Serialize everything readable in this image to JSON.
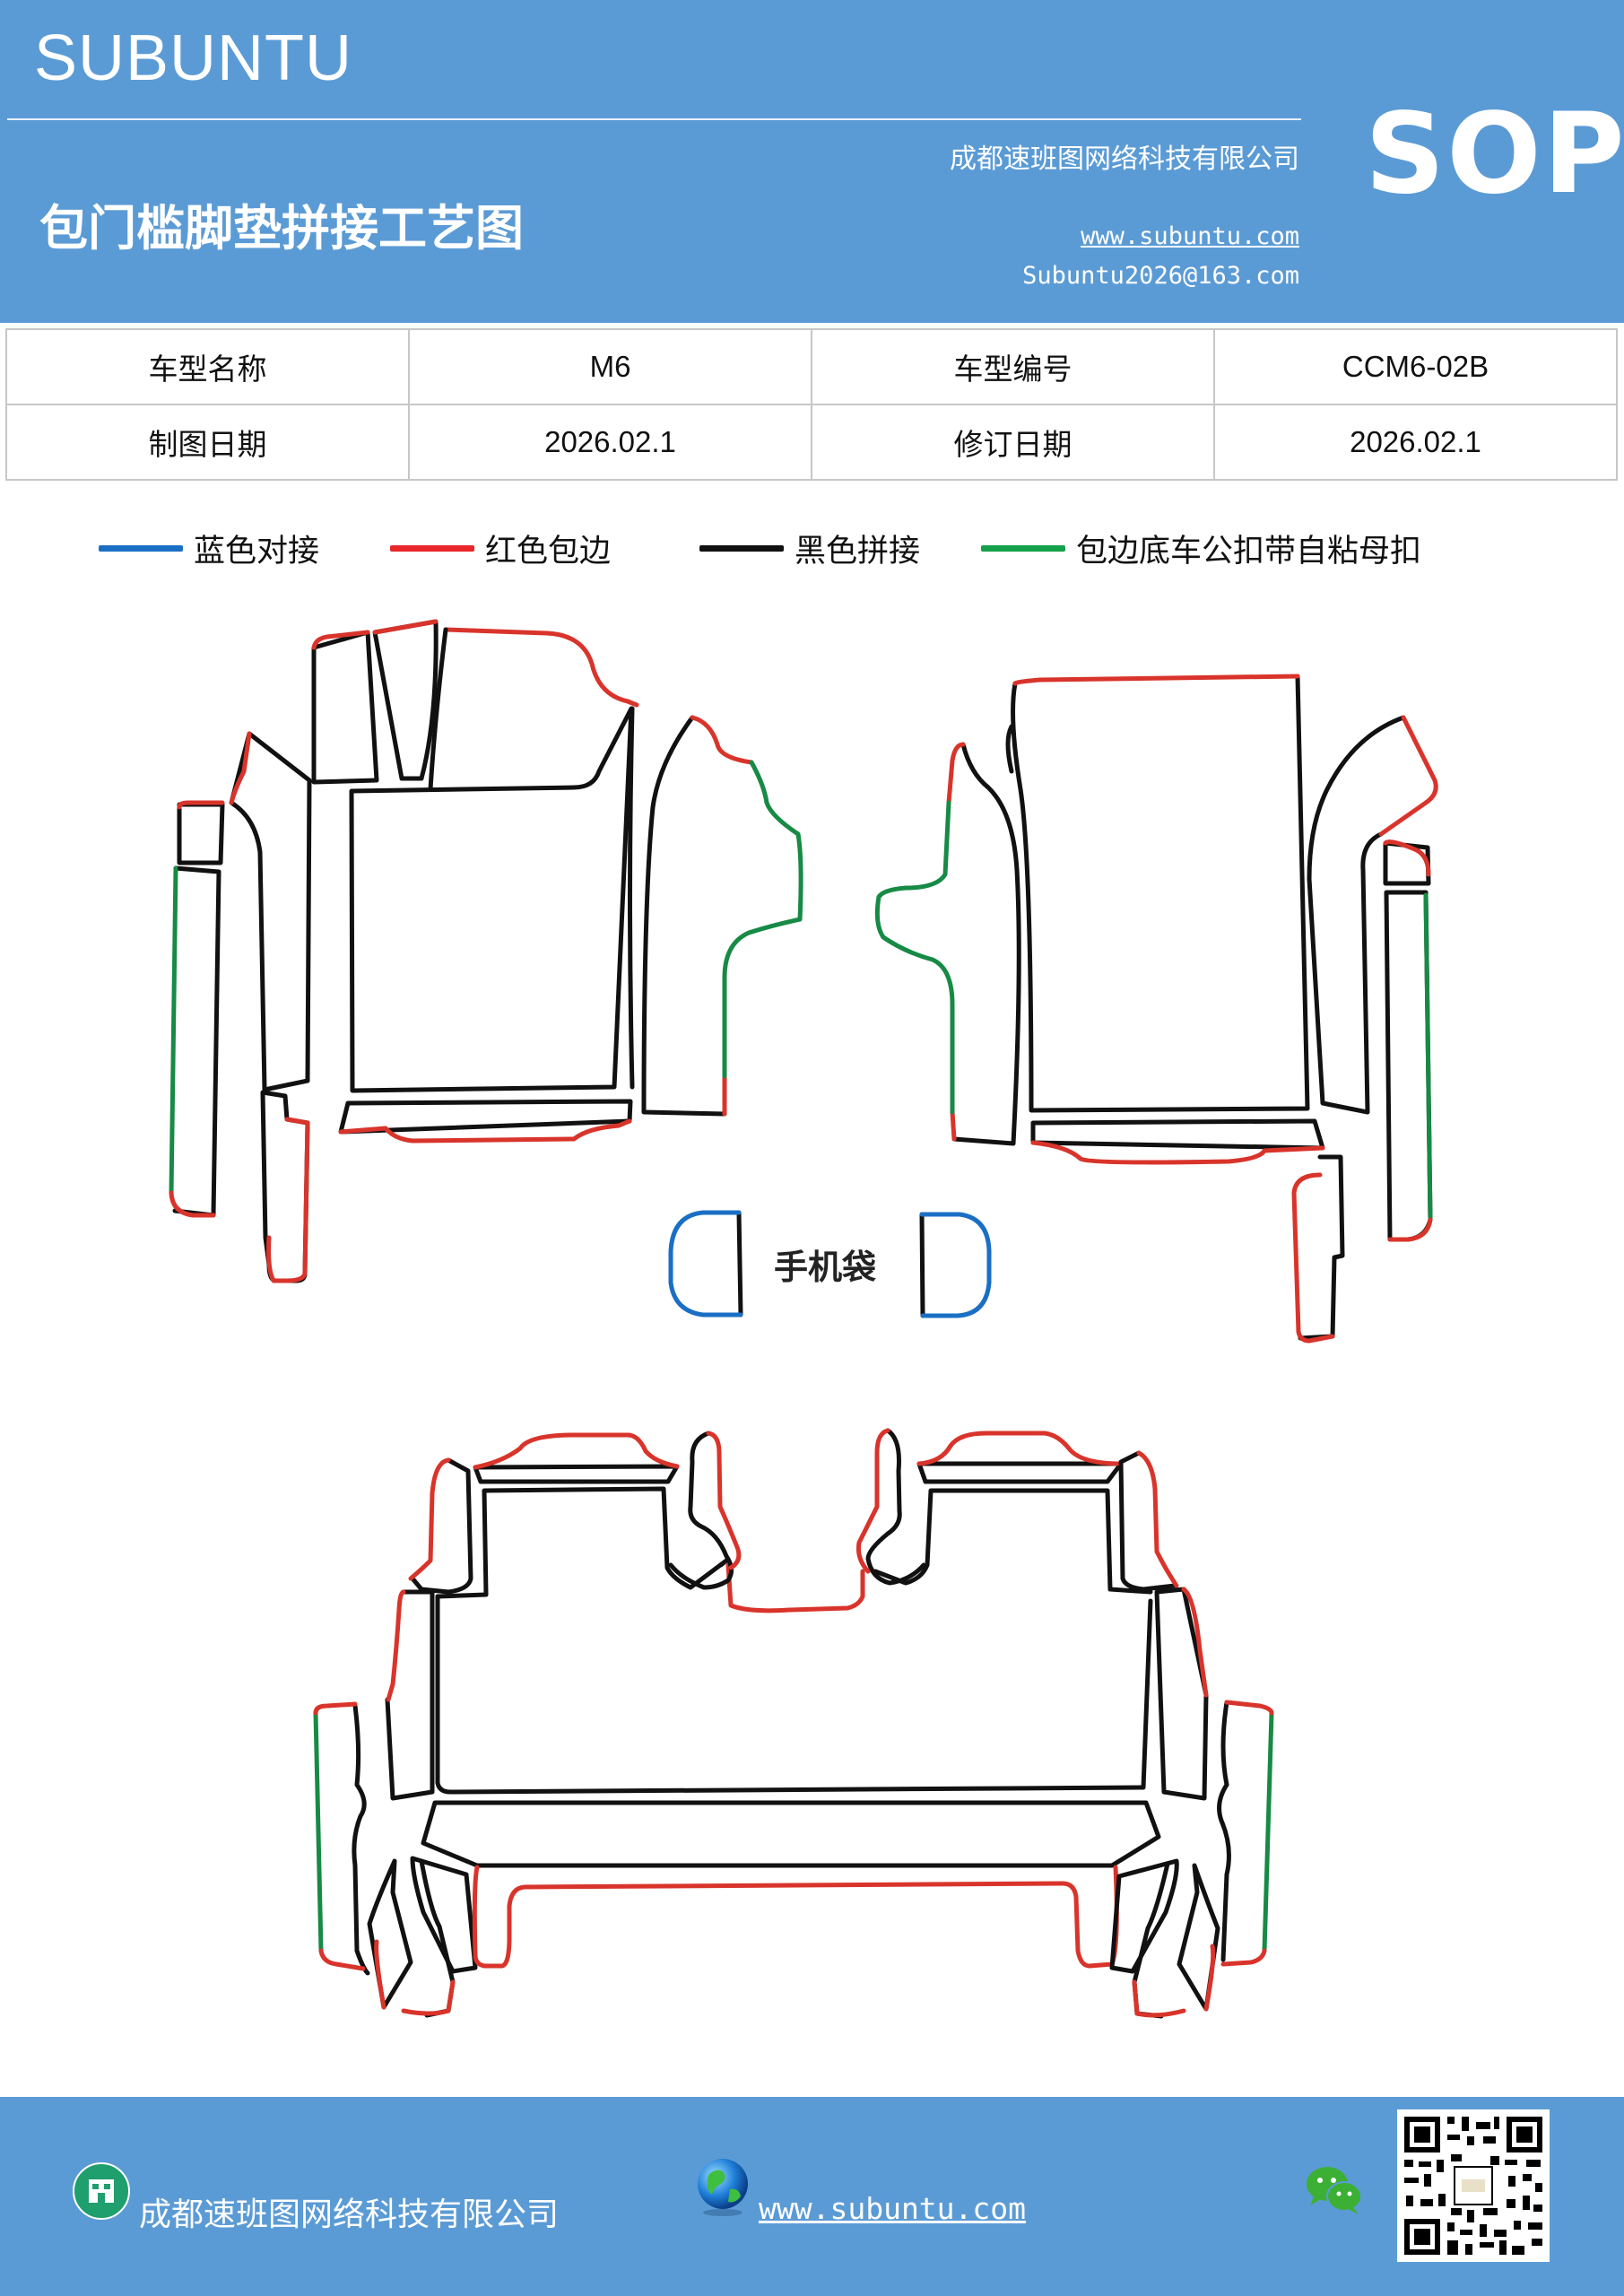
{
  "header": {
    "brand": "SUBUNTU",
    "badge": "SOP",
    "company": "成都速班图网络科技有限公司",
    "title": "包门槛脚垫拼接工艺图",
    "website": "www.subuntu.com",
    "email": "Subuntu2026@163.com"
  },
  "info_table": {
    "model_name_label": "车型名称",
    "model_name_value": "M6",
    "model_no_label": "车型编号",
    "model_no_value": "CCM6-02B",
    "drawing_date_label": "制图日期",
    "drawing_date_value": "2026.02.1",
    "revision_date_label": "修订日期",
    "revision_date_value": "2026.02.1"
  },
  "legend": [
    {
      "label": "蓝色对接",
      "color": "#1a6fc4"
    },
    {
      "label": "红色包边",
      "color": "#e8262a"
    },
    {
      "label": "黑色拼接",
      "color": "#111111"
    },
    {
      "label": "包边底车公扣带自粘母扣",
      "color": "#14a04a"
    }
  ],
  "drawing": {
    "phone_pocket_label": "手机袋",
    "colors": {
      "blue": "#1a6fc4",
      "red": "#d9342b",
      "black": "#111111",
      "green": "#178a45"
    }
  },
  "footer": {
    "company": "成都速班图网络科技有限公司",
    "website": "www.subuntu.com",
    "company_icon": "building-icon",
    "web_icon": "globe-icon",
    "wechat_icon": "wechat-icon",
    "qr": "qr-code"
  }
}
